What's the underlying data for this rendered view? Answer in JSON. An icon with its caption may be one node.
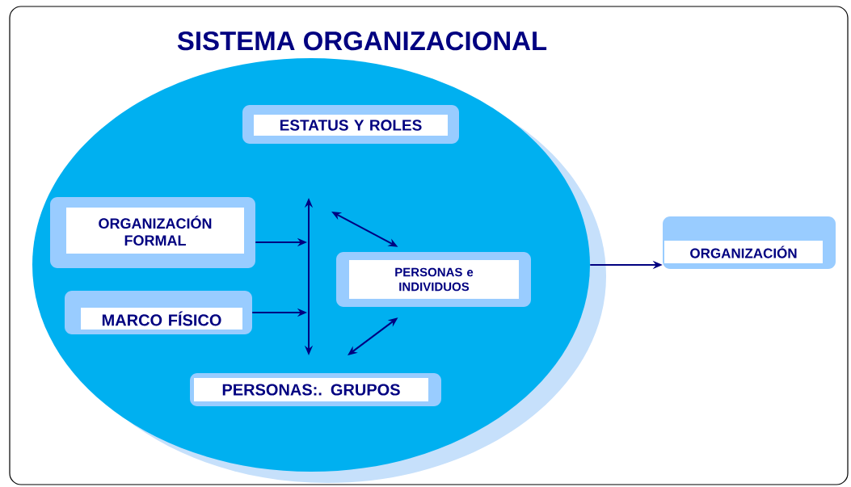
{
  "diagram": {
    "title": "SISTEMA ORGANIZACIONAL",
    "nodes": [
      {
        "text": [],
        "shape": "ellipse"
      },
      {
        "text": [
          "ESTATUS Y ROLES"
        ],
        "in": 0
      },
      {
        "text": [
          "ORGANIZACIÓN FORMAL"
        ],
        "in": 0
      },
      {
        "text": [
          "MARCO FÍSICO"
        ],
        "in": 0
      },
      {
        "text": [
          "PERSONAS e INDIVIDUOS"
        ],
        "in": 0
      },
      {
        "text": [
          "PERSONAS:. GRUPOS"
        ],
        "in": 0
      },
      {
        "text": [
          "ORGANIZACIÓN"
        ]
      }
    ],
    "edges": [
      {
        "from": 2,
        "to": null,
        "arrow": "to"
      },
      {
        "from": 3,
        "to": null,
        "arrow": "to"
      },
      {
        "from": null,
        "to": 4,
        "arrow": "both"
      },
      {
        "from": 4,
        "to": null,
        "arrow": "both"
      },
      {
        "from": 0,
        "to": 6,
        "arrow": "to"
      }
    ]
  }
}
